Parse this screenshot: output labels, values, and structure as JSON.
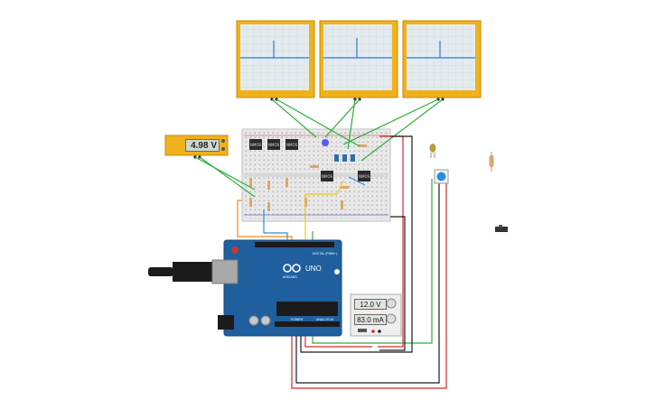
{
  "multimeter": {
    "reading": "4.98 V"
  },
  "power_supply": {
    "voltage": "12.0 V",
    "current": "83.0 mA"
  },
  "arduino": {
    "logo": "UNO",
    "brand": "ARDUINO",
    "digital_label": "DIGITAL (PWM~)",
    "power_label": "POWER",
    "analog_label": "ANALOG IN"
  },
  "breadboard": {
    "chips": [
      "NMOS",
      "NMOS",
      "NMOS",
      "NMOS",
      "NMOS"
    ]
  },
  "colors": {
    "scope_frame": "#f0b21c",
    "scope_trace": "#2a7bd6",
    "board": "#1f5f9e",
    "wire_green": "#2fae3c",
    "wire_red": "#d42a2a",
    "wire_black": "#1a1a1a",
    "wire_orange": "#f08a1a",
    "wire_blue": "#2a8fe0"
  }
}
